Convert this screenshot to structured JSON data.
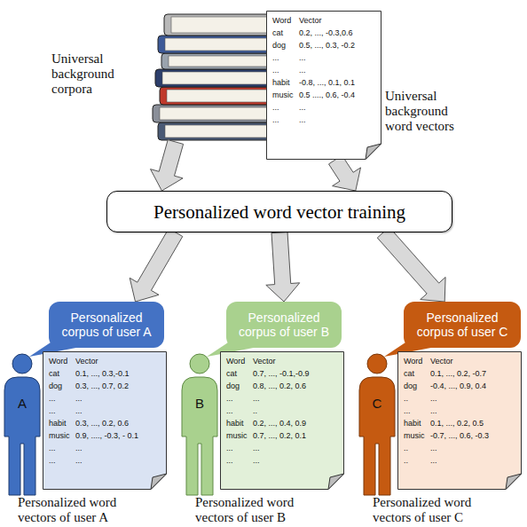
{
  "diagram": {
    "nodes": [
      {
        "text": [
          "Universal background corpora"
        ]
      },
      {
        "text": [
          "Universal background word vectors"
        ]
      },
      {
        "text": [
          "Personalized word vector training"
        ]
      },
      {
        "text": [
          "Personalized corpus of user A"
        ]
      },
      {
        "text": [
          "Personalized word vectors of user A"
        ]
      },
      {
        "text": [
          "Personalized corpus of user B"
        ]
      },
      {
        "text": [
          "Personalized word vectors of user B"
        ]
      },
      {
        "text": [
          "Personalized corpus of user C"
        ]
      },
      {
        "text": [
          "Personalized word vectors of user C"
        ]
      }
    ],
    "edges": [
      {
        "from": 0,
        "to": 2,
        "arrow": "to"
      },
      {
        "from": 1,
        "to": 2,
        "arrow": "to"
      },
      {
        "from": 2,
        "to": 3,
        "arrow": "to"
      },
      {
        "from": 2,
        "to": 5,
        "arrow": "to"
      },
      {
        "from": 2,
        "to": 7,
        "arrow": "to"
      }
    ],
    "labels": [
      "Word",
      "Vector",
      "cat",
      "0.2, ..., -0.3,0.6",
      "dog",
      "0.5, ..., 0.3, -0.2",
      "...",
      "...",
      "...",
      "...",
      "habit",
      "-0.8, ..., 0.1, 0.1",
      "music",
      "0.5 ...., 0.6, -0.4",
      "...",
      "...",
      "...",
      "...",
      "A",
      "Word",
      "Vector",
      "cat",
      "0.1, ..., 0.3,-0.1",
      "dog",
      "0.3, ..., 0.7, 0.2",
      "...",
      "...",
      "...",
      "...",
      "habit",
      "0.3, ..., 0.2, 0.6",
      "music",
      "0.9, ...., -0.3, - 0.1",
      "...",
      "...",
      "...",
      "...",
      "B",
      "Word",
      "Vector",
      "cat",
      "0.7, ..., -0.1,-0.9",
      "dog",
      "0.8, ..., 0.2, 0.6",
      "...",
      "...",
      "...",
      "..",
      "habit",
      "0.2, ..., 0.4, 0.9",
      "music",
      "0.7, ..., 0.2, 0.1",
      "...",
      "...",
      "...",
      "...",
      "C",
      "Word",
      "Vector",
      "cat",
      "0.1, ..., 0.2, -0.7",
      "dog",
      "-0.4, ..., 0.9, 0.4",
      "..",
      "...",
      "...",
      "...",
      "habit",
      "0.1, ..., 0.2, 0.5",
      "music",
      "-0.7, ..., 0.6, -0.3",
      "..",
      "...",
      "..",
      "..."
    ]
  }
}
